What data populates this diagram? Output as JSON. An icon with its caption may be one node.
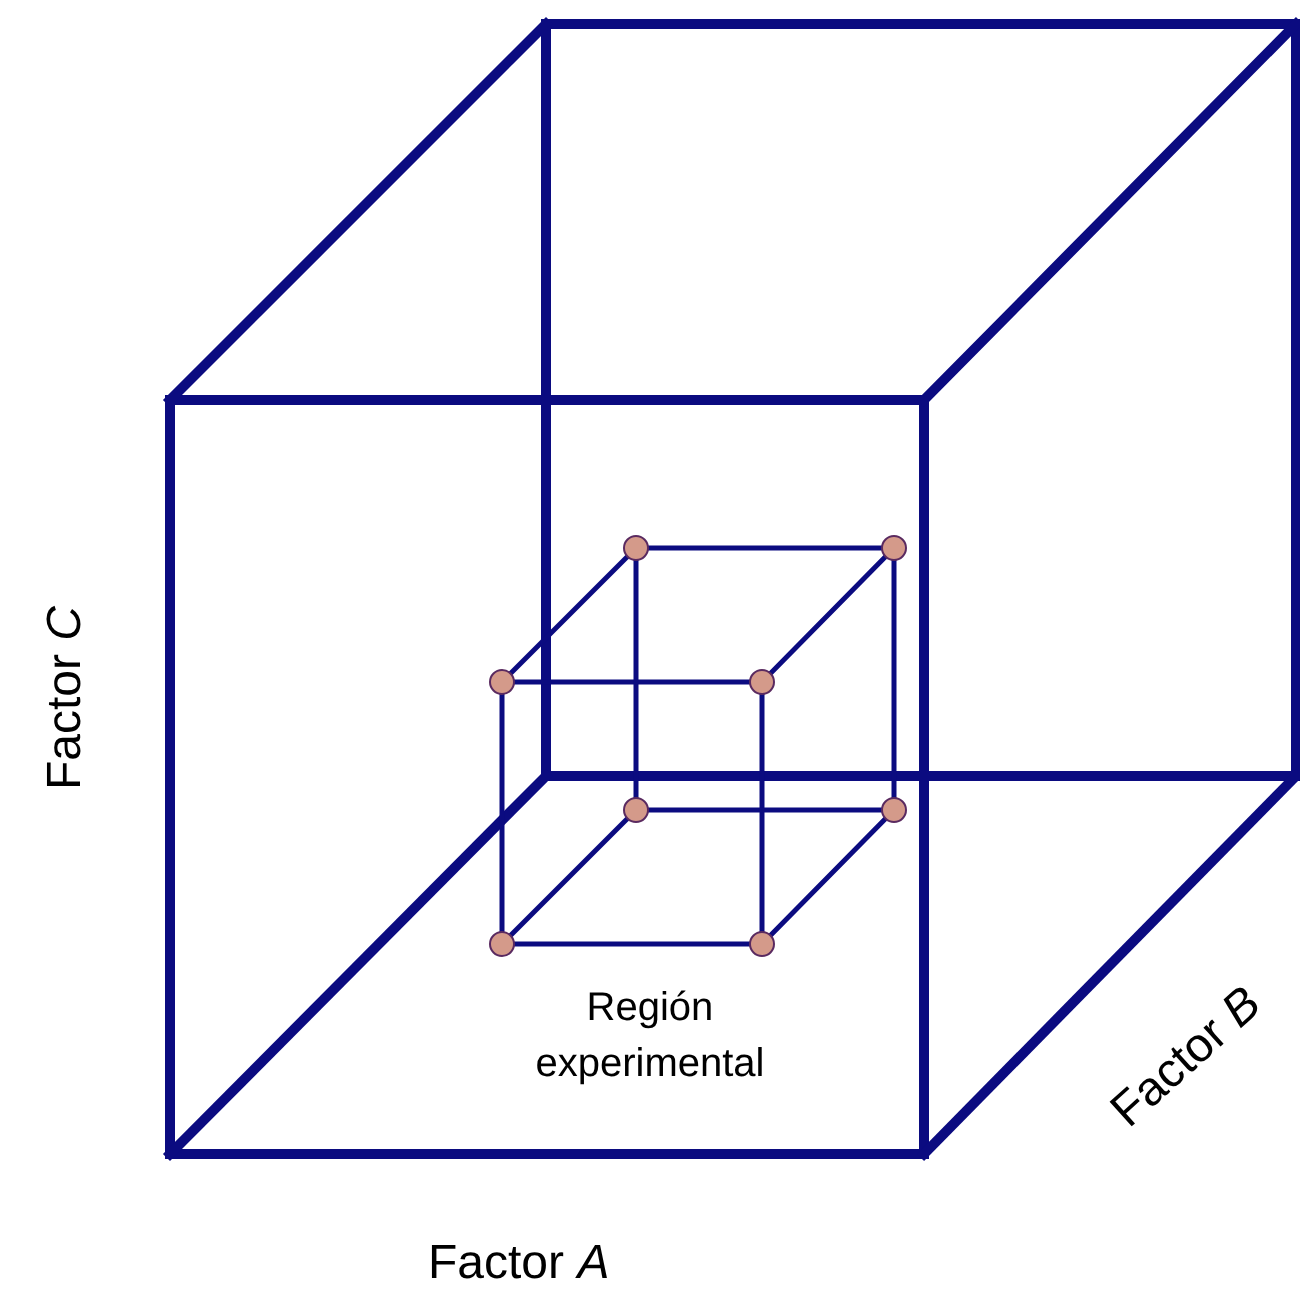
{
  "diagram": {
    "labels": [
      "Factor *C*",
      "Región experimental",
      "Factor *B*",
      "Factor *A*"
    ]
  }
}
